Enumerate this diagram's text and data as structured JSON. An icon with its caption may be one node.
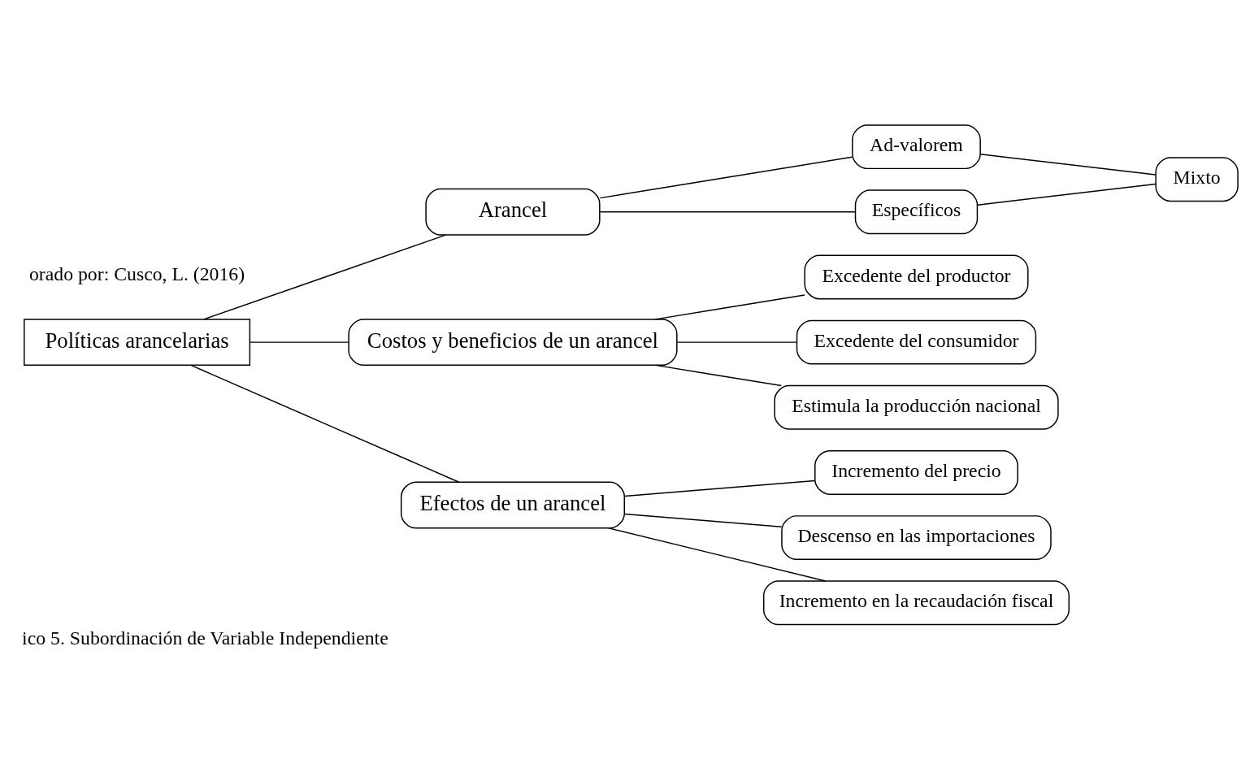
{
  "diagram": {
    "caption": "ico 5. Subordinación de Variable Independiente",
    "nodes": [
      {
        "text": [
          "Políticas arancelarias"
        ]
      },
      {
        "text": [
          "Arancel"
        ]
      },
      {
        "text": [
          "Ad-valorem"
        ]
      },
      {
        "text": [
          "Específicos"
        ]
      },
      {
        "text": [
          "Mixto"
        ]
      },
      {
        "text": [
          "Costos y beneficios de un arancel"
        ]
      },
      {
        "text": [
          "Excedente del productor"
        ]
      },
      {
        "text": [
          "Excedente del consumidor"
        ]
      },
      {
        "text": [
          "Estimula la producción nacional"
        ]
      },
      {
        "text": [
          "Efectos de un arancel"
        ]
      },
      {
        "text": [
          "Incremento del precio"
        ]
      },
      {
        "text": [
          "Descenso en las importaciones"
        ]
      },
      {
        "text": [
          "Incremento en la recaudación fiscal"
        ]
      }
    ],
    "edges": [
      {
        "from": 0,
        "to": 1,
        "arrow": "none"
      },
      {
        "from": 0,
        "to": 5,
        "arrow": "none"
      },
      {
        "from": 0,
        "to": 9,
        "arrow": "none"
      },
      {
        "from": 1,
        "to": 2,
        "arrow": "none"
      },
      {
        "from": 1,
        "to": 3,
        "arrow": "none"
      },
      {
        "from": 2,
        "to": 4,
        "arrow": "none"
      },
      {
        "from": 3,
        "to": 4,
        "arrow": "none"
      },
      {
        "from": 5,
        "to": 6,
        "arrow": "none"
      },
      {
        "from": 5,
        "to": 7,
        "arrow": "none"
      },
      {
        "from": 5,
        "to": 8,
        "arrow": "none"
      },
      {
        "from": 9,
        "to": 10,
        "arrow": "none"
      },
      {
        "from": 9,
        "to": 11,
        "arrow": "none"
      },
      {
        "from": 9,
        "to": 12,
        "arrow": "none"
      }
    ],
    "labels": [
      "orado por: Cusco, L. (2016)"
    ]
  }
}
